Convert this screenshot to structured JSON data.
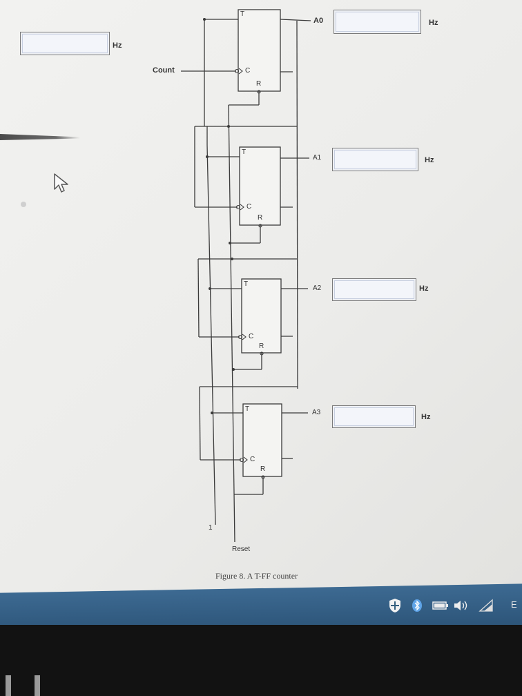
{
  "figure": {
    "caption": "Figure 8. A T-FF counter",
    "inputs": {
      "count": "Count",
      "reset": "Reset",
      "constant_one": "1"
    },
    "flipflops": [
      {
        "output": "A0",
        "t_pin": "T",
        "clock_pin": "C",
        "reset_pin": "R"
      },
      {
        "output": "A1",
        "t_pin": "T",
        "clock_pin": "C",
        "reset_pin": "R"
      },
      {
        "output": "A2",
        "t_pin": "T",
        "clock_pin": "C",
        "reset_pin": "R"
      },
      {
        "output": "A3",
        "t_pin": "T",
        "clock_pin": "C",
        "reset_pin": "R"
      }
    ]
  },
  "frequency_fields": [
    {
      "for": "Count",
      "value": "",
      "unit": "Hz"
    },
    {
      "for": "A0",
      "value": "",
      "unit": "Hz"
    },
    {
      "for": "A1",
      "value": "",
      "unit": "Hz"
    },
    {
      "for": "A2",
      "value": "",
      "unit": "Hz"
    },
    {
      "for": "A3",
      "value": "",
      "unit": "Hz"
    }
  ],
  "taskbar": {
    "tray_icons": [
      "shield-icon",
      "bluetooth-icon",
      "battery-icon",
      "volume-icon",
      "wifi-icon"
    ],
    "tray_text": "E"
  },
  "colors": {
    "wire": "#3a3a3a",
    "taskbar": "#35607f",
    "field_fill": "#eef0f4"
  }
}
